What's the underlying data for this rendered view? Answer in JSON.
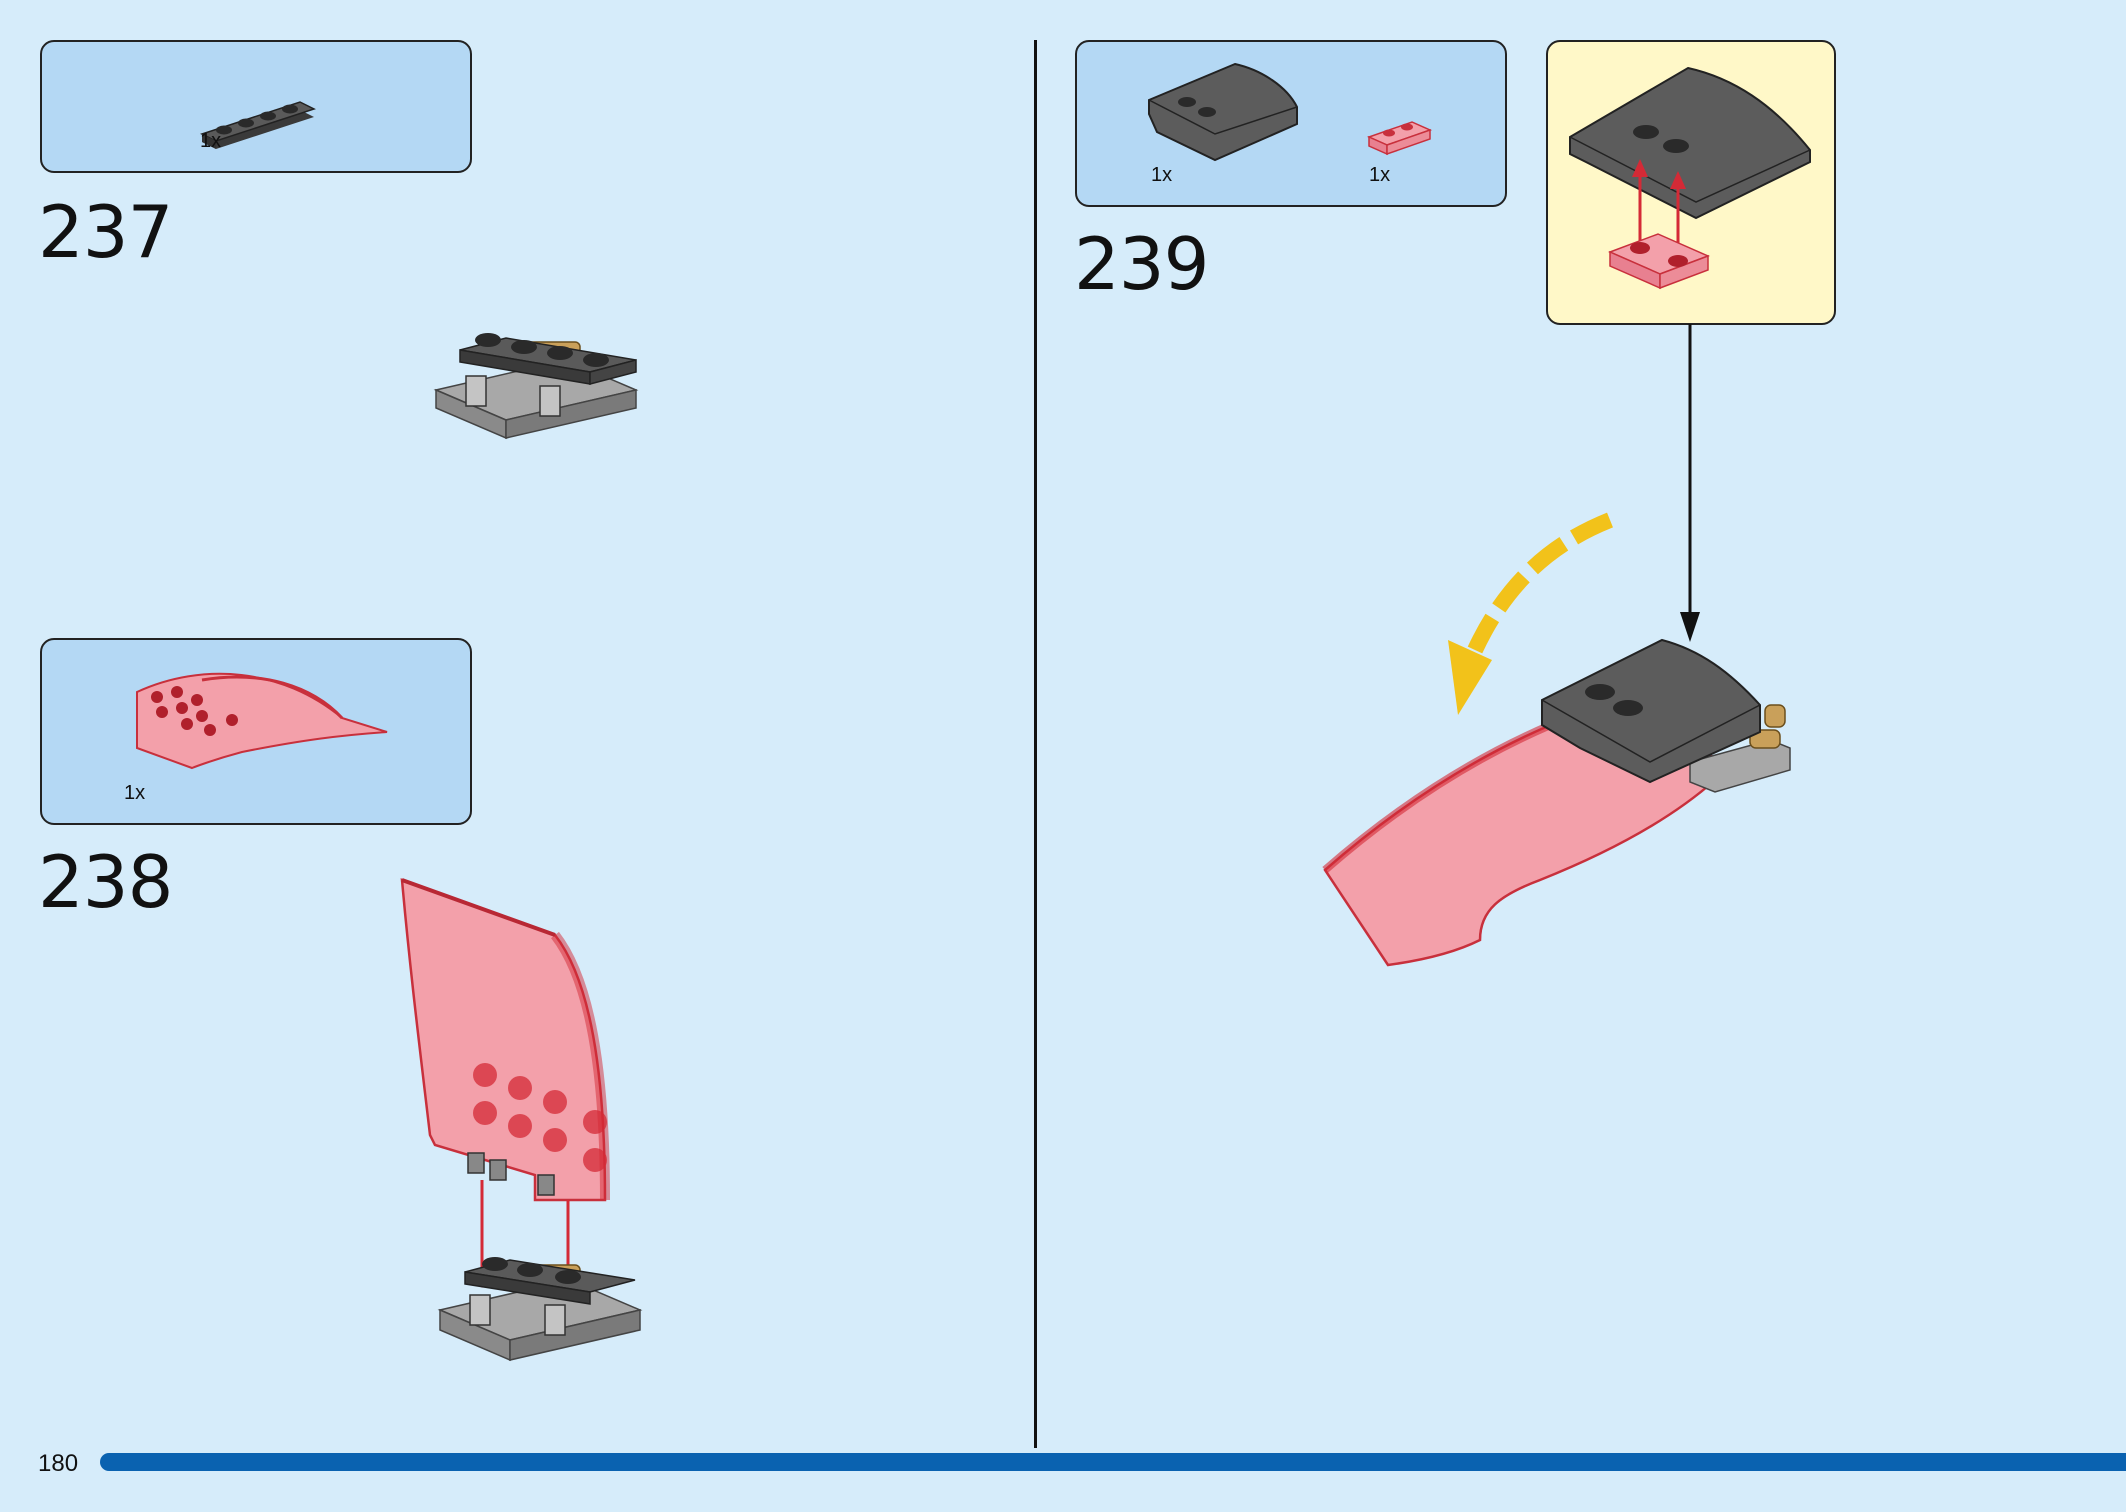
{
  "page": {
    "number": "180",
    "progress": 1.0
  },
  "steps": [
    {
      "number": "237",
      "parts": [
        {
          "name": "dark grey plate 1x4",
          "qty": "1x"
        }
      ]
    },
    {
      "number": "238",
      "parts": [
        {
          "name": "trans-red curved windscreen",
          "qty": "1x"
        }
      ]
    },
    {
      "number": "239",
      "parts": [
        {
          "name": "dark grey curved slope",
          "qty": "1x"
        },
        {
          "name": "trans-red plate 1x2",
          "qty": "1x"
        }
      ]
    }
  ],
  "colors": {
    "background": "#d6ecfa",
    "parts_box": "#b4d8f4",
    "callout": "#fff8c8",
    "progress": "#0a62b0",
    "brick_dark": "#4a4a4a",
    "brick_light": "#9a9a9a",
    "trans_red": "#f08c98",
    "arrow_red": "#d42a36",
    "rotate_arrow": "#f2c21a"
  }
}
